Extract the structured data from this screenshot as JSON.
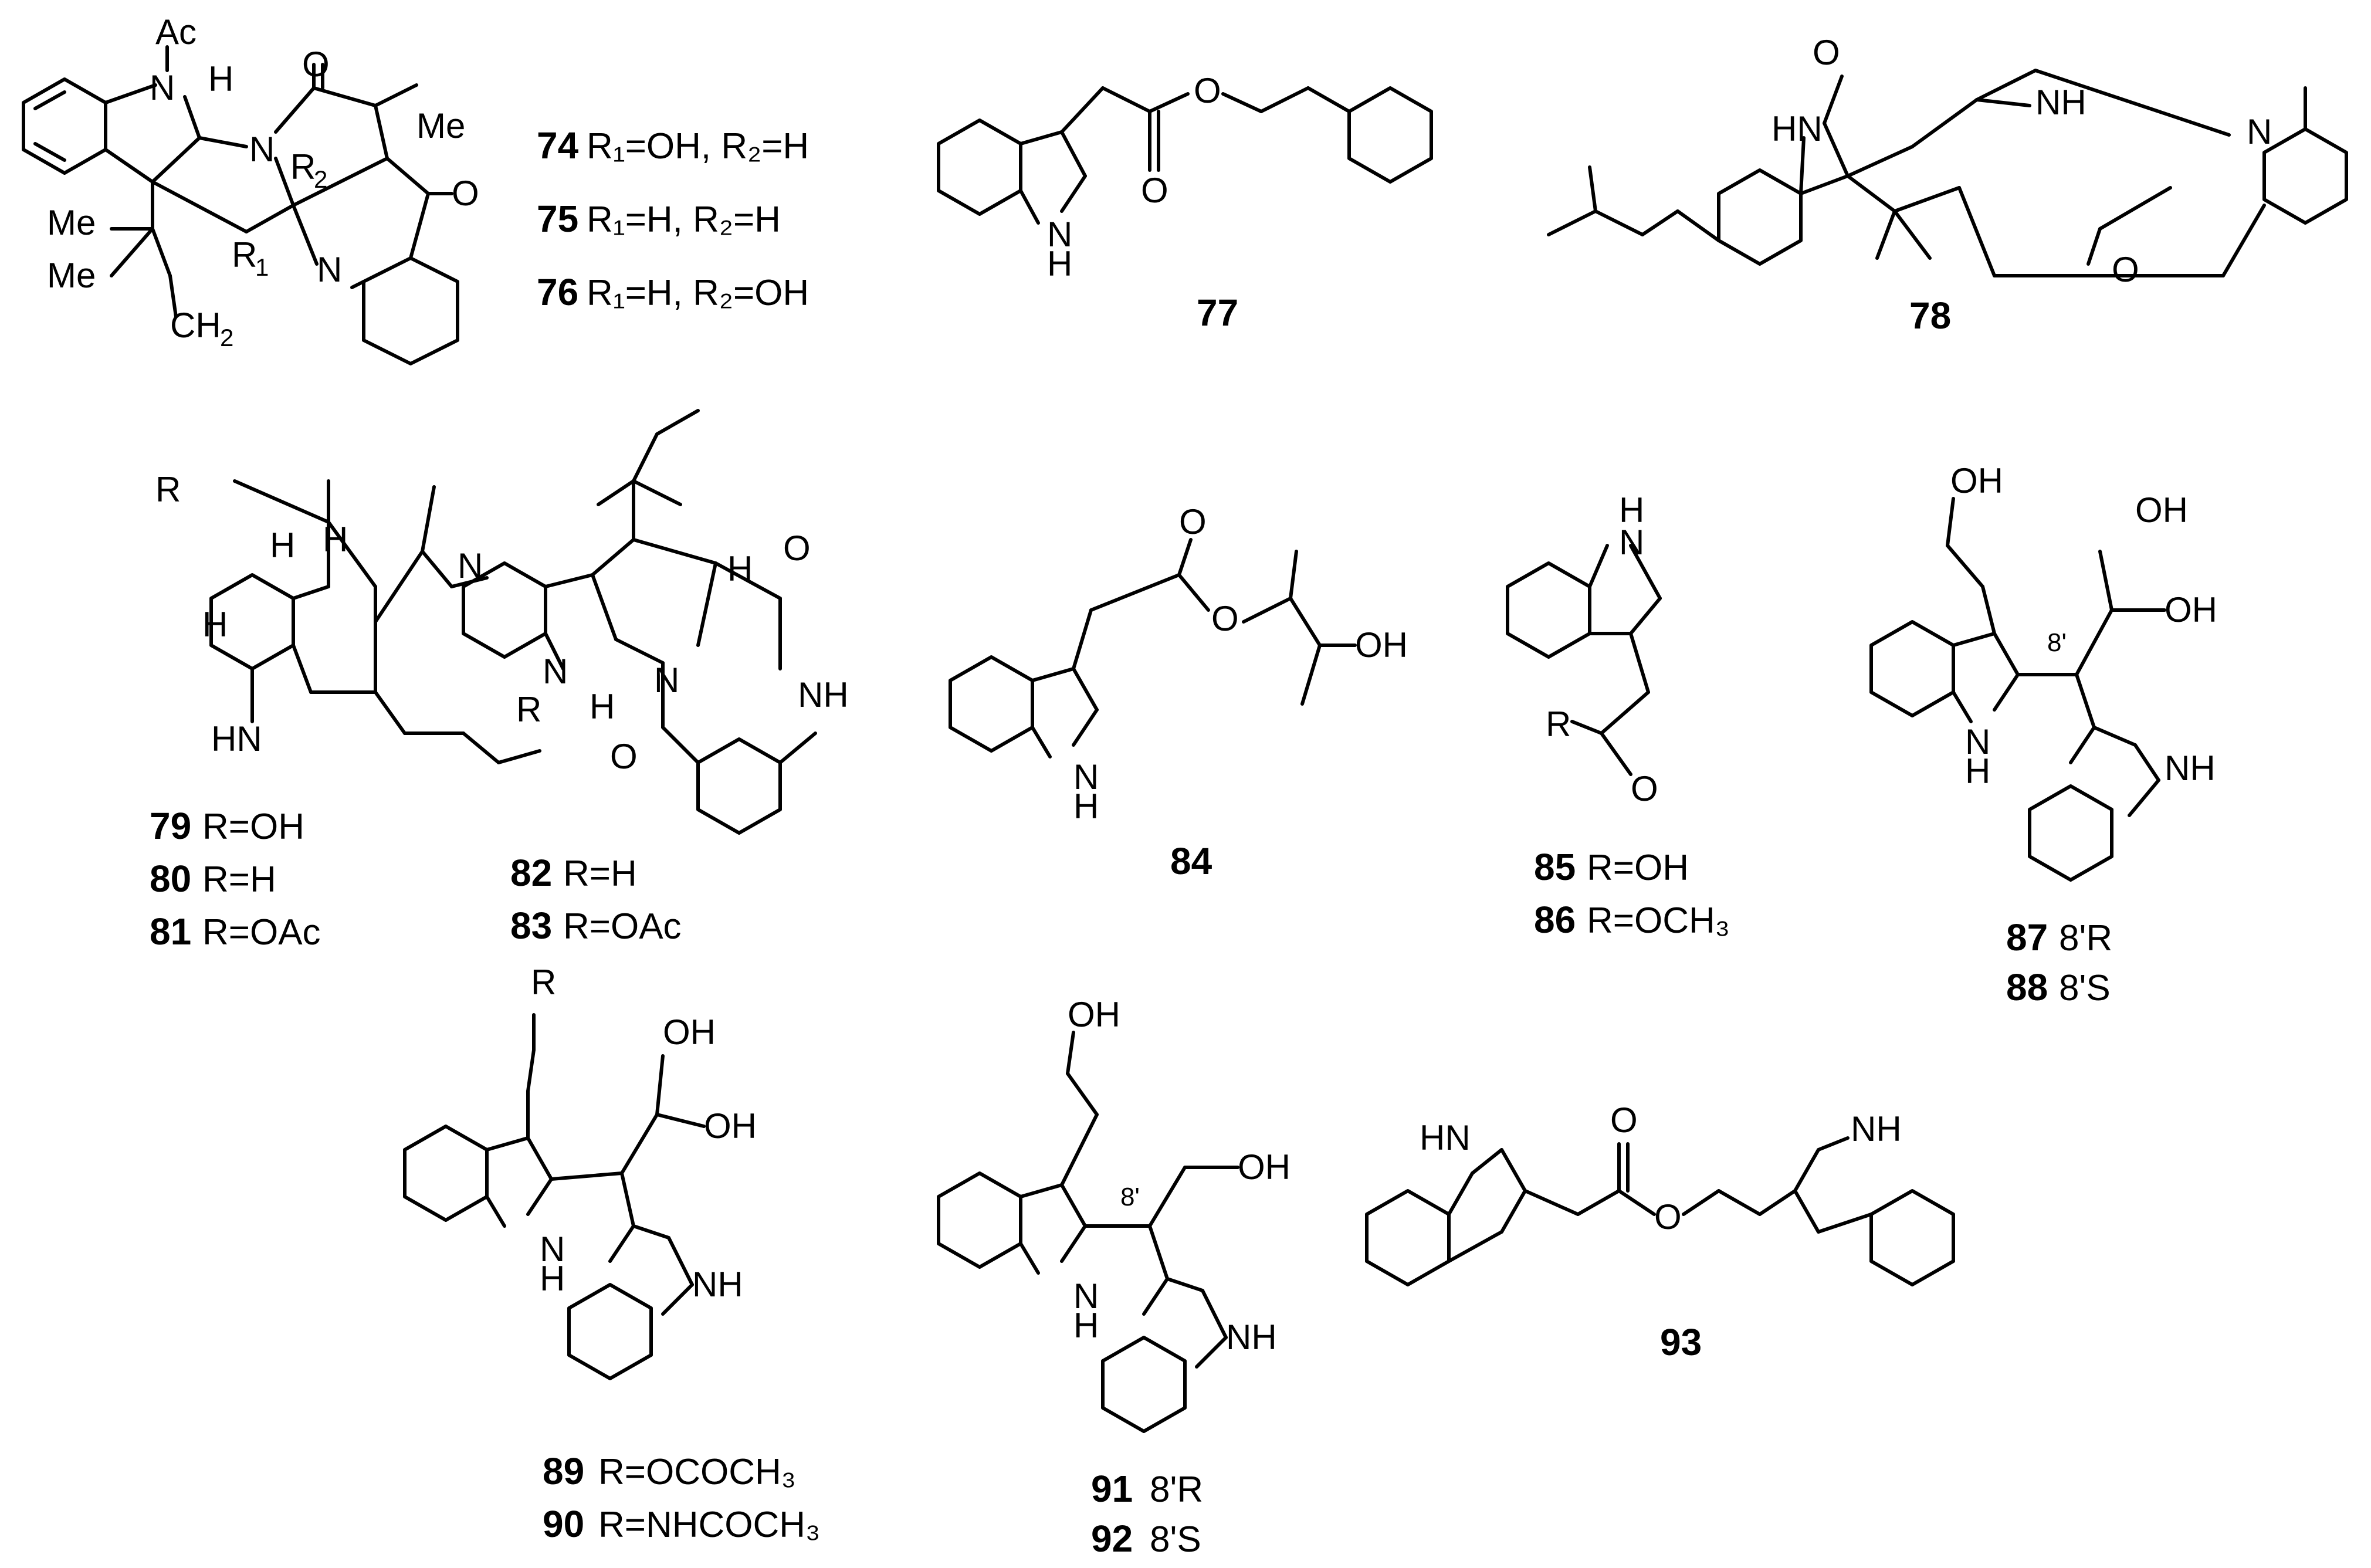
{
  "atoms": {
    "ac": "Ac",
    "n": "N",
    "h": "H",
    "o": "O",
    "me": "Me",
    "oh": "OH",
    "nh": "NH",
    "hn": "HN",
    "ch2": "CH",
    "two": "2",
    "r": "R",
    "r1": "R",
    "r2": "R",
    "one": "1",
    "locant": "8'"
  },
  "compounds": [
    {
      "id": "74",
      "text": "R₁=OH, R₂=H"
    },
    {
      "id": "75",
      "text": "R₁=H, R₂=H"
    },
    {
      "id": "76",
      "text": "R₁=H, R₂=OH"
    },
    {
      "id": "77",
      "text": ""
    },
    {
      "id": "78",
      "text": ""
    },
    {
      "id": "79",
      "text": "R=OH"
    },
    {
      "id": "80",
      "text": "R=H"
    },
    {
      "id": "81",
      "text": "R=OAc"
    },
    {
      "id": "82",
      "text": "R=H"
    },
    {
      "id": "83",
      "text": "R=OAc"
    },
    {
      "id": "84",
      "text": ""
    },
    {
      "id": "85",
      "text": "R=OH"
    },
    {
      "id": "86",
      "text": "R=OCH₃"
    },
    {
      "id": "87",
      "text": "8'R"
    },
    {
      "id": "88",
      "text": "8'S"
    },
    {
      "id": "89",
      "text": "R=OCOCH₃"
    },
    {
      "id": "90",
      "text": "R=NHCOCH₃"
    },
    {
      "id": "91",
      "text": "8'R"
    },
    {
      "id": "92",
      "text": "8'S"
    },
    {
      "id": "93",
      "text": ""
    }
  ]
}
